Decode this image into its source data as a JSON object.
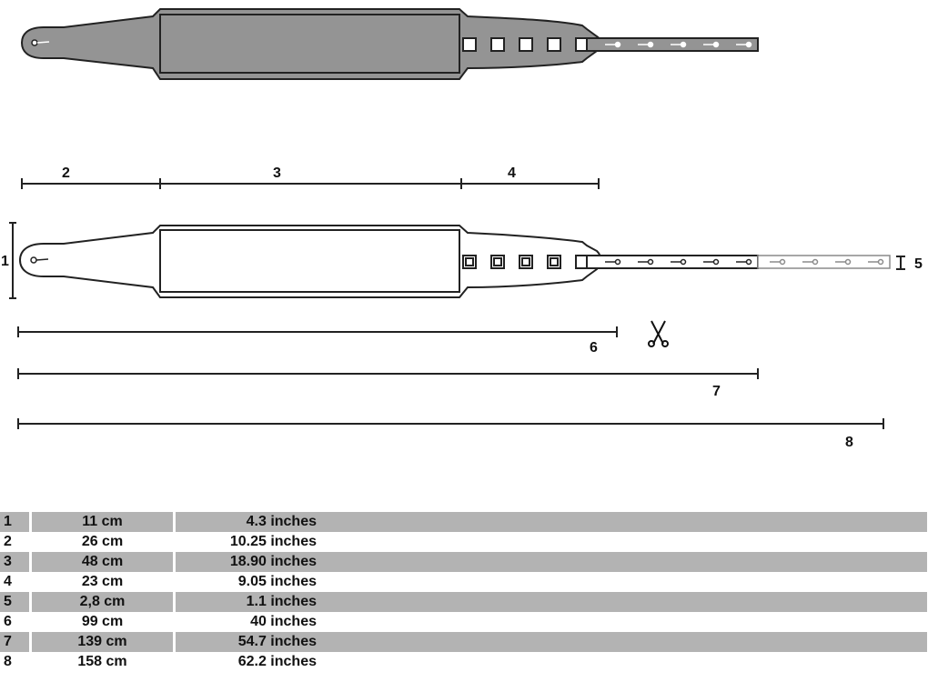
{
  "colors": {
    "strap_fill_dark": "#949494",
    "strap_fill_light": "#ffffff",
    "outline": "#222222",
    "extension_outline": "#8a8a8a",
    "row_shade": "#b3b3b3"
  },
  "icons": {
    "cut_marker": "scissors-icon"
  },
  "dimension_labels": [
    "1",
    "2",
    "3",
    "4",
    "5",
    "6",
    "7",
    "8"
  ],
  "table": {
    "rows": [
      {
        "id": "1",
        "cm": "11 cm",
        "inches": "4.3 inches",
        "shaded": true
      },
      {
        "id": "2",
        "cm": "26 cm",
        "inches": "10.25 inches",
        "shaded": false
      },
      {
        "id": "3",
        "cm": "48 cm",
        "inches": "18.90 inches",
        "shaded": true
      },
      {
        "id": "4",
        "cm": "23 cm",
        "inches": "9.05 inches",
        "shaded": false
      },
      {
        "id": "5",
        "cm": "2,8 cm",
        "inches": "1.1 inches",
        "shaded": true
      },
      {
        "id": "6",
        "cm": "99 cm",
        "inches": "40 inches",
        "shaded": false
      },
      {
        "id": "7",
        "cm": "139 cm",
        "inches": "54.7 inches",
        "shaded": true
      },
      {
        "id": "8",
        "cm": "158 cm",
        "inches": "62.2 inches",
        "shaded": false
      }
    ]
  }
}
